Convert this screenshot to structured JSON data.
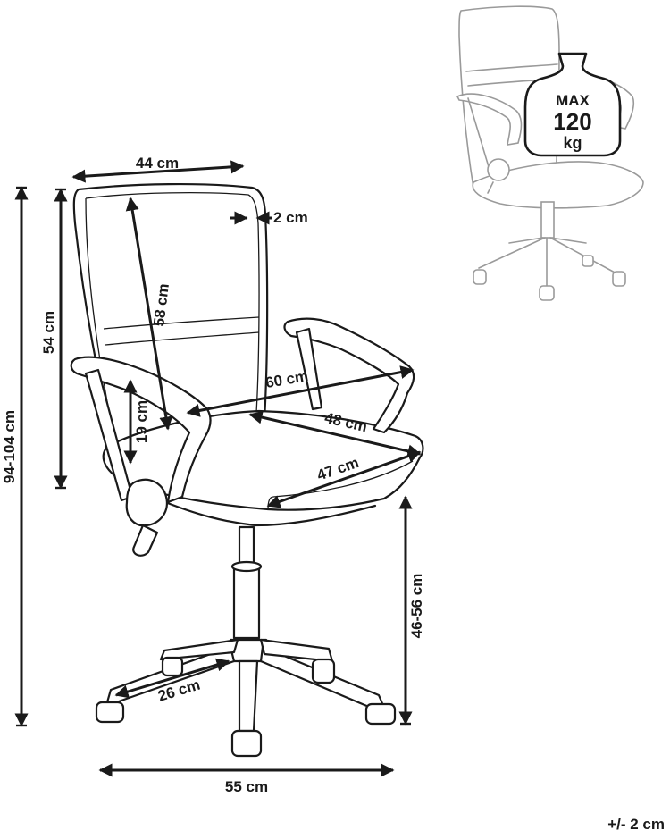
{
  "dimensions": {
    "width_top": "44 cm",
    "frame_thickness": "2 cm",
    "backrest_height": "58 cm",
    "back_height": "54 cm",
    "total_height": "94-104 cm",
    "armrest_width": "60 cm",
    "seat_depth": "48 cm",
    "seat_width": "47 cm",
    "armrest_height": "19 cm",
    "seat_height": "46-56 cm",
    "leg_length": "26 cm",
    "base_width": "55 cm"
  },
  "weight_badge": {
    "line1": "MAX",
    "line2": "120",
    "line3": "kg"
  },
  "tolerance_note": "+/- 2 cm",
  "colors": {
    "line": "#1a1a1a",
    "ghost": "#9a9a9a"
  }
}
